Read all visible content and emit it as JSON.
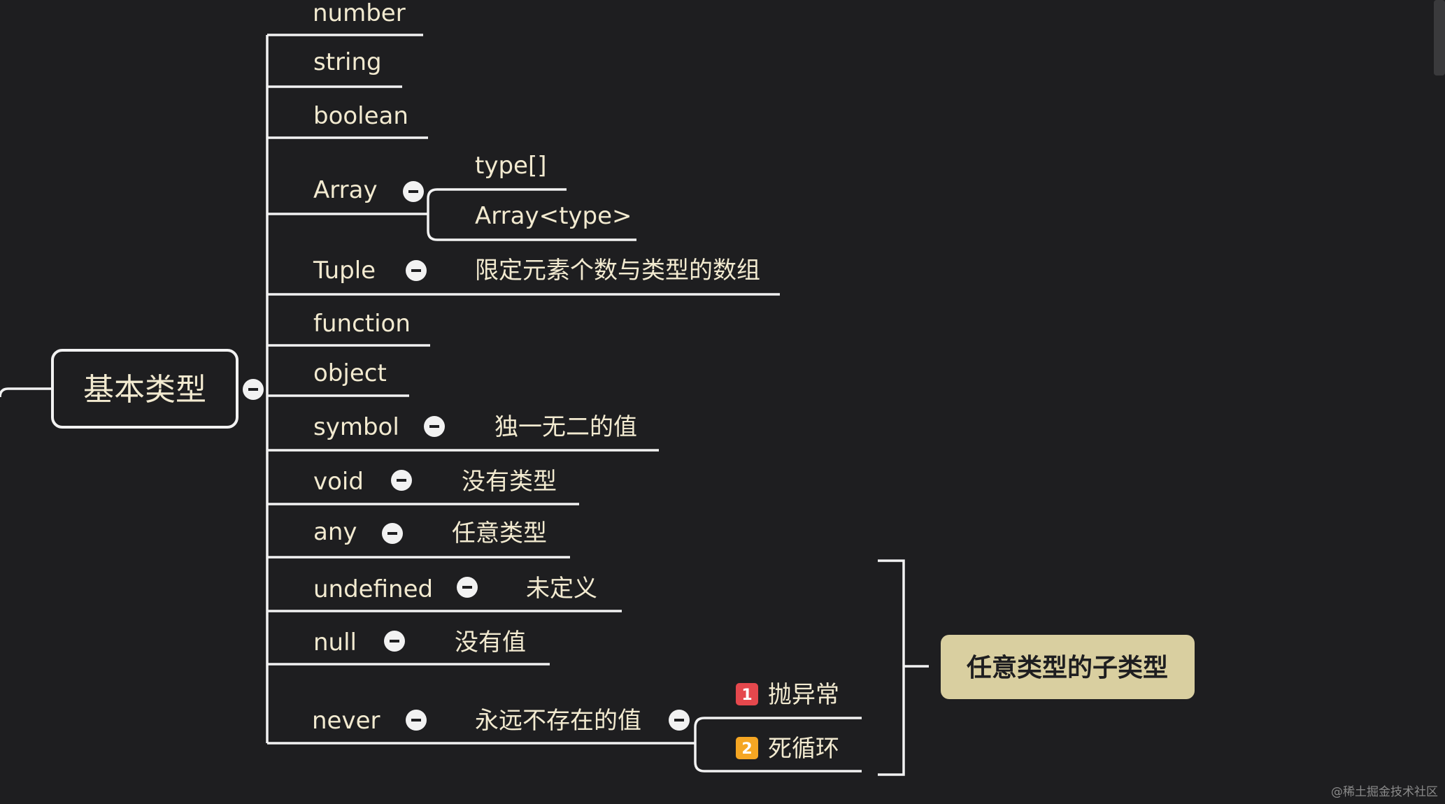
{
  "root": {
    "label": "基本类型"
  },
  "branches": [
    {
      "id": "number",
      "label": "number"
    },
    {
      "id": "string",
      "label": "string"
    },
    {
      "id": "boolean",
      "label": "boolean"
    },
    {
      "id": "array",
      "label": "Array",
      "children": [
        "type[]",
        "Array<type>"
      ]
    },
    {
      "id": "tuple",
      "label": "Tuple",
      "children": [
        "限定元素个数与类型的数组"
      ]
    },
    {
      "id": "function",
      "label": "function"
    },
    {
      "id": "object",
      "label": "object"
    },
    {
      "id": "symbol",
      "label": "symbol",
      "children": [
        "独一无二的值"
      ]
    },
    {
      "id": "void",
      "label": "void",
      "children": [
        "没有类型"
      ]
    },
    {
      "id": "any",
      "label": "any",
      "children": [
        "任意类型"
      ]
    },
    {
      "id": "undefined",
      "label": "undefined",
      "children": [
        "未定义"
      ]
    },
    {
      "id": "null",
      "label": "null",
      "children": [
        "没有值"
      ]
    },
    {
      "id": "never",
      "label": "never",
      "children": [
        "永远不存在的值"
      ]
    }
  ],
  "never_reasons": [
    {
      "badge": "1",
      "label": "抛异常",
      "color": "#e5484d"
    },
    {
      "badge": "2",
      "label": "死循环",
      "color": "#f5a623"
    }
  ],
  "summary": {
    "label": "任意类型的子类型",
    "color": "#d9cfa0"
  },
  "watermark": "@稀土掘金技术社区",
  "colors": {
    "background": "#1e1e20",
    "line": "#f2f2f2",
    "text": "#f2ead0"
  }
}
